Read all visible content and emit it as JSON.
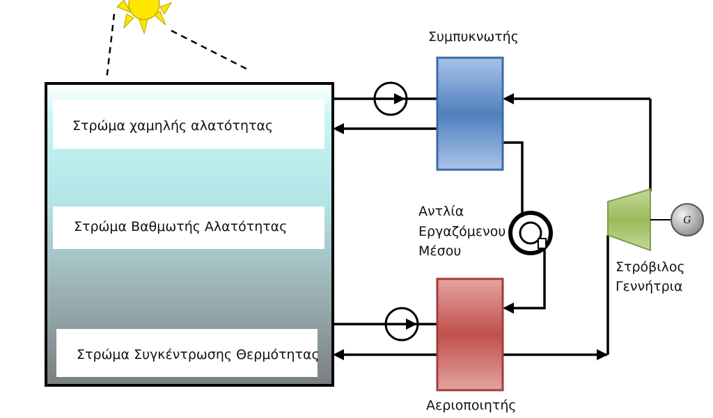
{
  "pond": {
    "layer_top": "Στρώμα χαμηλής αλατότητας",
    "layer_middle": "Στρώμα Βαθμωτής Αλατότητας",
    "layer_bottom": "Στρώμα Συγκέντρωσης Θερμότητας"
  },
  "components": {
    "condenser": "Συμπυκνωτής",
    "evaporator": "Αεριοποιητής",
    "pump_line1": "Αντλία",
    "pump_line2": "Εργαζόμενου",
    "pump_line3": "Μέσου",
    "turbine_line1": "Στρόβιλος",
    "turbine_line2": "Γεννήτρια",
    "generator_symbol": "G"
  },
  "colors": {
    "condenser": "#4f81bd",
    "evaporator": "#c0504d",
    "turbine": "#9bbb59",
    "sun": "#ffe600",
    "pond_top": "#c5f5f5",
    "pond_bottom": "#7a7f80"
  },
  "icons": [
    "sun-icon",
    "circulation-pump-icon",
    "working-fluid-pump-icon",
    "turbine-icon",
    "generator-icon"
  ]
}
